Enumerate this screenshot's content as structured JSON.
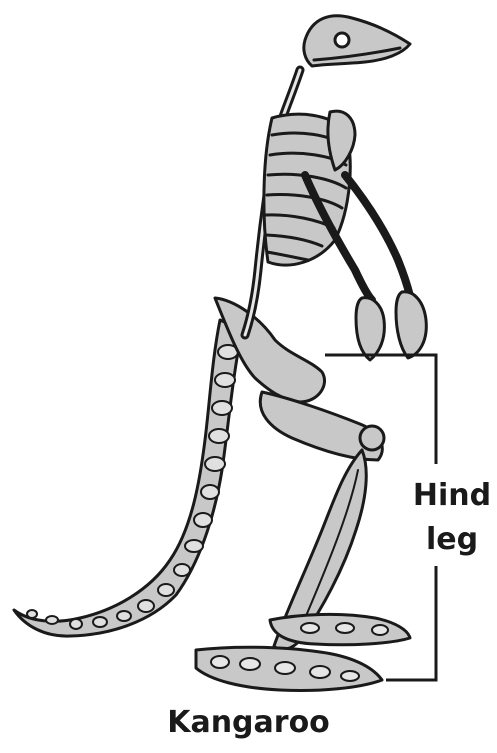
{
  "figure": {
    "animal_icon": "kangaroo-skeleton-illustration",
    "callout": {
      "line1": "Hind",
      "line2": "leg"
    },
    "caption": "Kangaroo",
    "colors": {
      "bone_fill": "#c8c8c8",
      "bone_stroke": "#1a1a1a",
      "bracket": "#1a1a1a",
      "background": "#ffffff"
    }
  }
}
